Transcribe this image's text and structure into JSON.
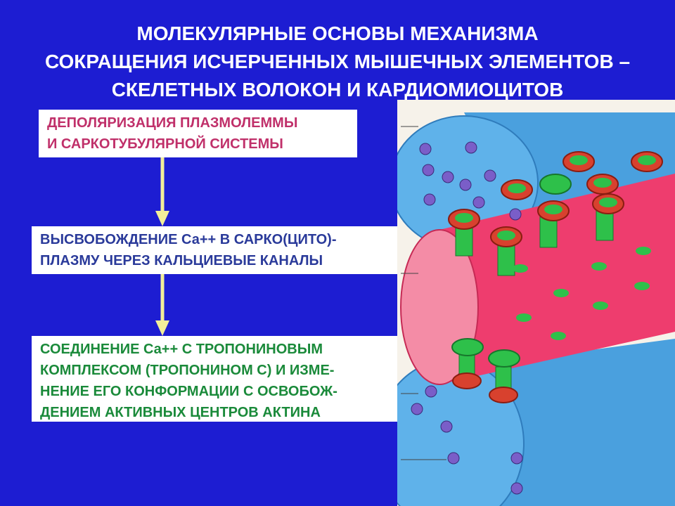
{
  "title": {
    "line1": "МОЛЕКУЛЯРНЫЕ ОСНОВЫ МЕХАНИЗМА",
    "line2": "СОКРАЩЕНИЯ ИСЧЕРЧЕННЫХ МЫШЕЧНЫХ ЭЛЕМЕНТОВ –",
    "line3": "СКЕЛЕТНЫХ ВОЛОКОН И КАРДИОМИОЦИТОВ"
  },
  "steps": [
    {
      "lines": [
        "ДЕПОЛЯРИЗАЦИЯ ПЛАЗМОЛЕММЫ",
        "И САРКОТУБУЛЯРНОЙ СИСТЕМЫ"
      ]
    },
    {
      "lines": [
        "ВЫСВОБОЖДЕНИЕ Са++ В САРКО(ЦИТО)-",
        "ПЛАЗМУ ЧЕРЕЗ КАЛЬЦИЕВЫЕ КАНАЛЫ"
      ]
    },
    {
      "lines": [
        "СОЕДИНЕНИЕ Са++ С ТРОПОНИНОВЫМ",
        "КОМПЛЕКСОМ (ТРОПОНИНОМ С) И ИЗМЕ-",
        "НЕНИЕ ЕГО КОНФОРМАЦИИ С ОСВОБОЖ-",
        "ДЕНИЕМ АКТИВНЫХ ЦЕНТРОВ АКТИНА"
      ]
    }
  ],
  "colors": {
    "background": "#1d1dd2",
    "step1_text": "#c0306a",
    "step2_text": "#2a3a9a",
    "step3_text": "#1a8a3a",
    "arrow": "#f2ee9a",
    "tubule_blue": "#4aa0de",
    "reticulum_pink": "#ee3d6e",
    "channel_red": "#d8412e",
    "channel_green": "#2ec04a",
    "calcium_ion": "#7a5ec8"
  }
}
